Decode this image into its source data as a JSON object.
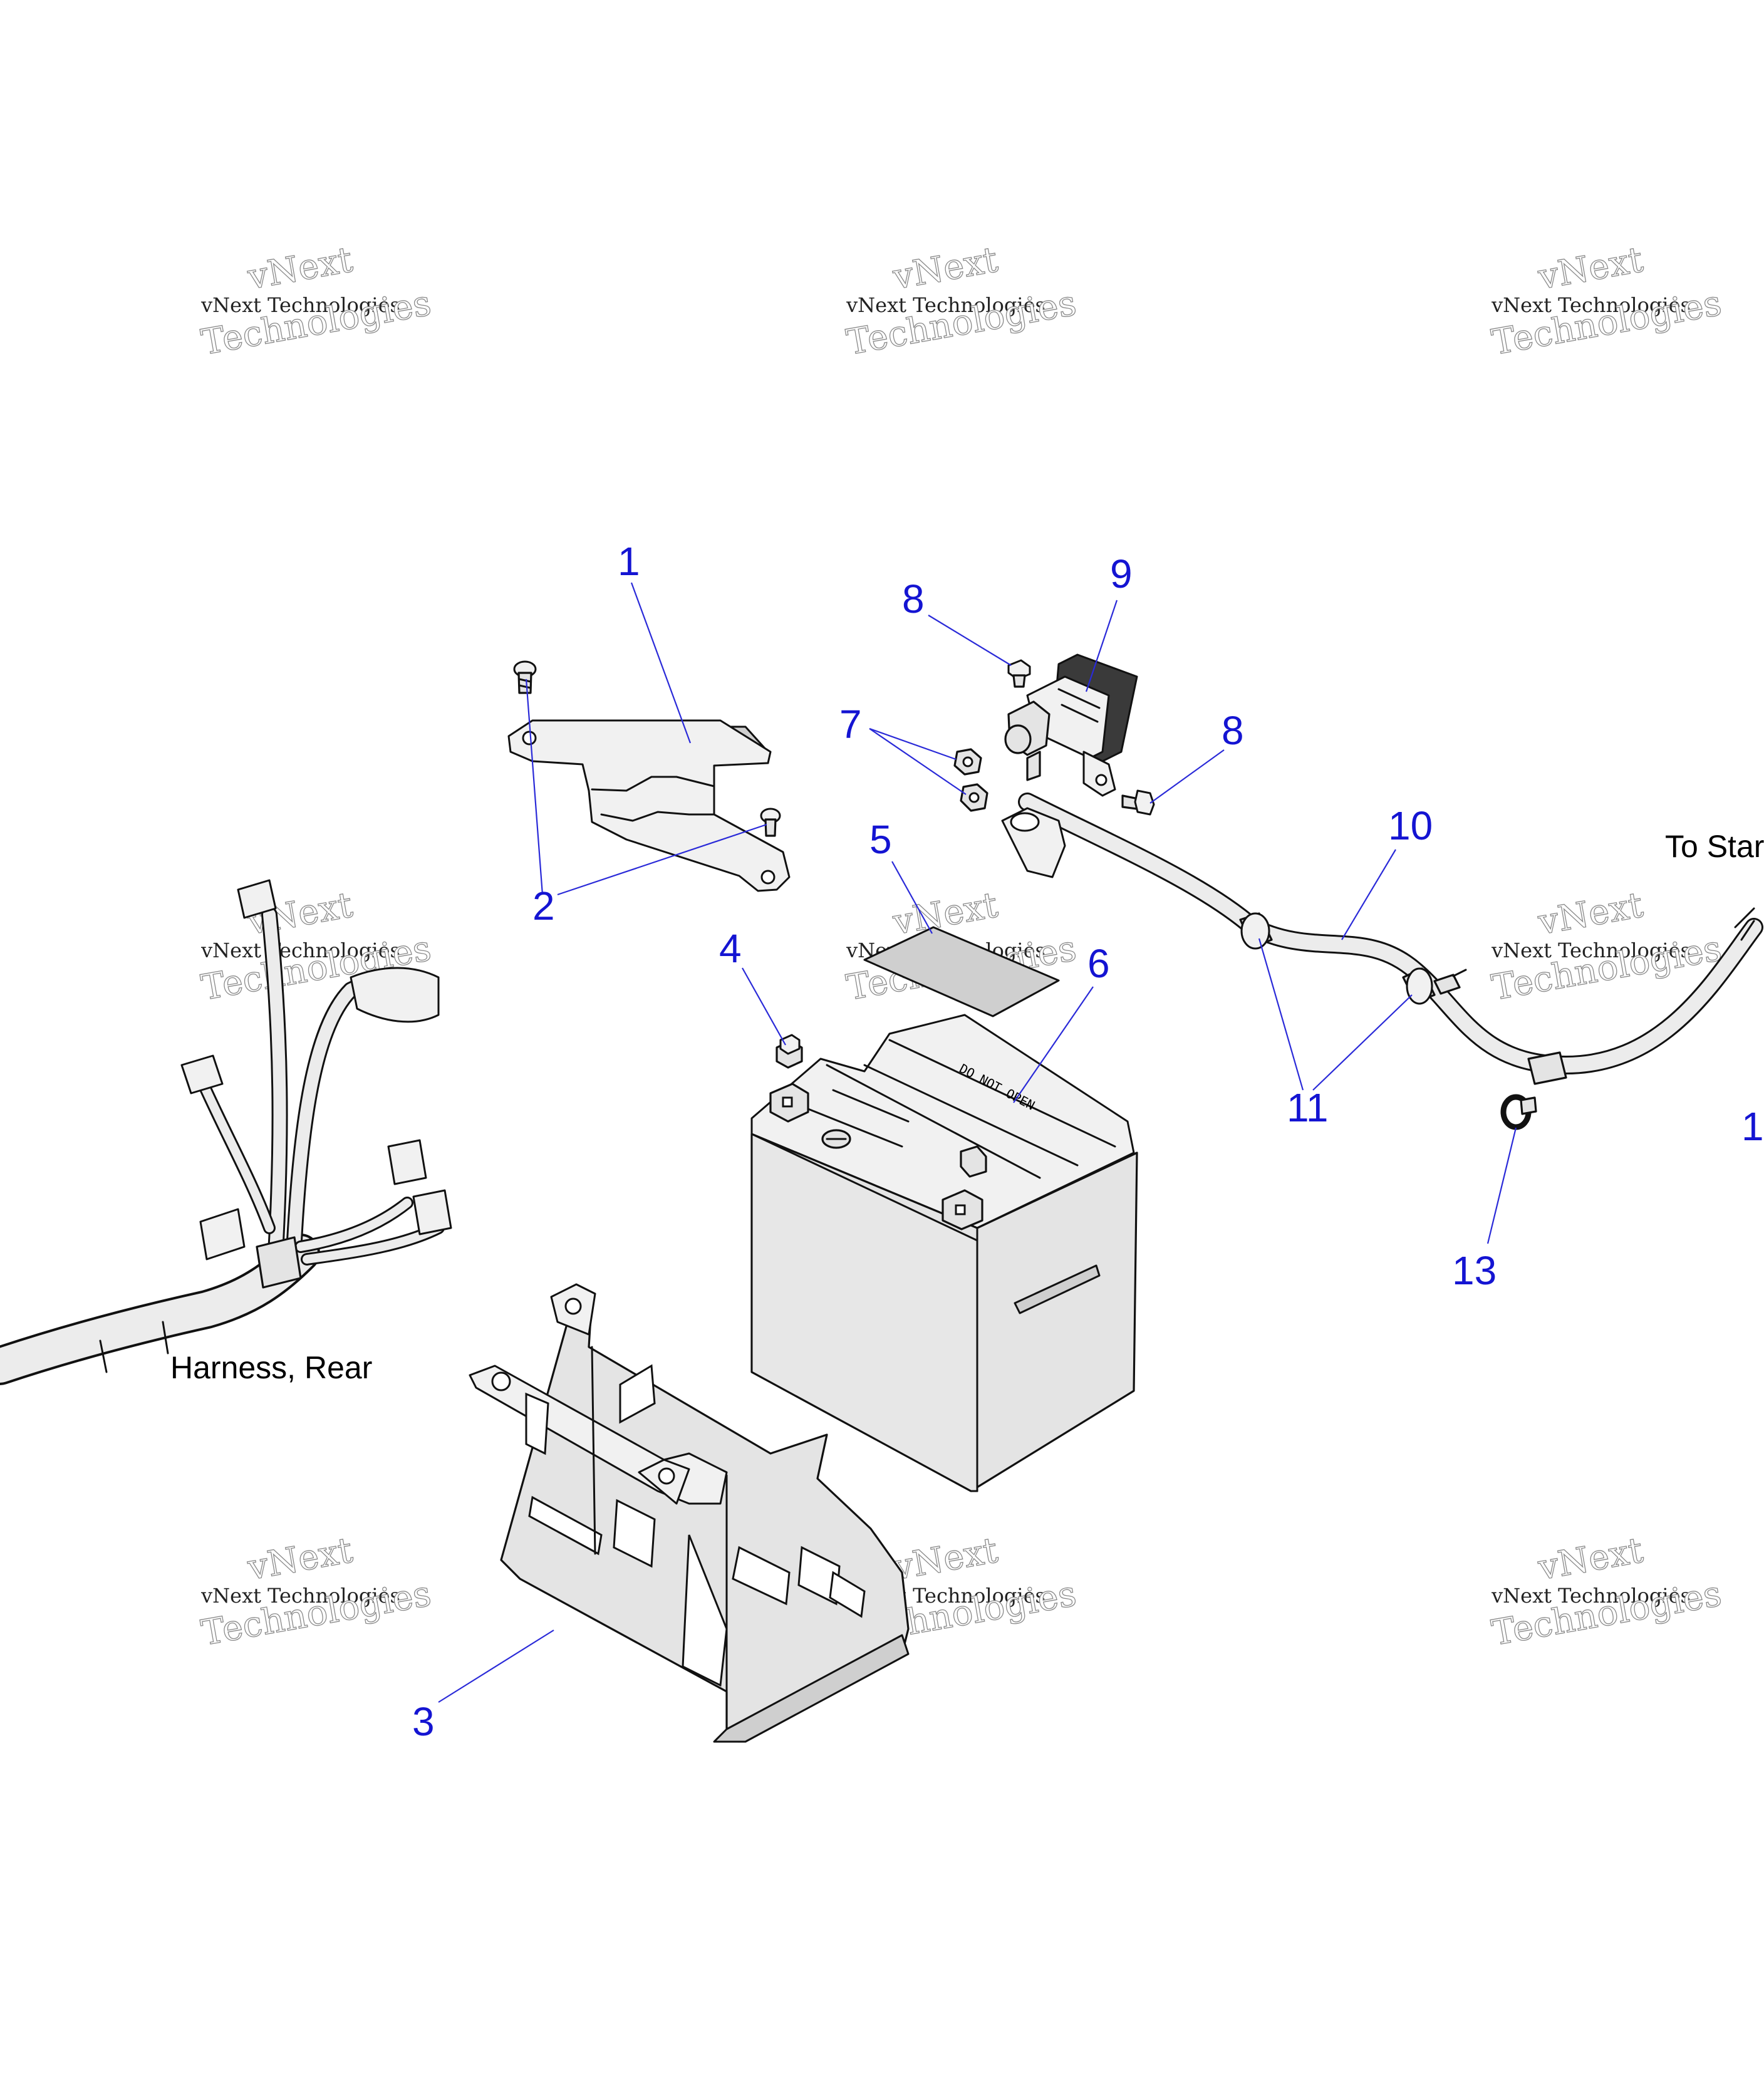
{
  "watermark": {
    "line1": "vNext",
    "line2": "vNext Technologies",
    "line3": "Technologies"
  },
  "callouts": {
    "c1": "1",
    "c2": "2",
    "c3": "3",
    "c4": "4",
    "c5": "5",
    "c6": "6",
    "c7": "7",
    "c8a": "8",
    "c8b": "8",
    "c9": "9",
    "c10": "10",
    "c11": "11",
    "c12": "1",
    "c13": "13"
  },
  "annotations": {
    "harness": "Harness, Rear",
    "starter": "To Star",
    "battery_text": "DO NOT OPEN"
  },
  "colors": {
    "callout": "#1414d2",
    "leader": "#2a2ad8",
    "part_fill": "#e4e4e4",
    "watermark": "#8a8a8a"
  }
}
